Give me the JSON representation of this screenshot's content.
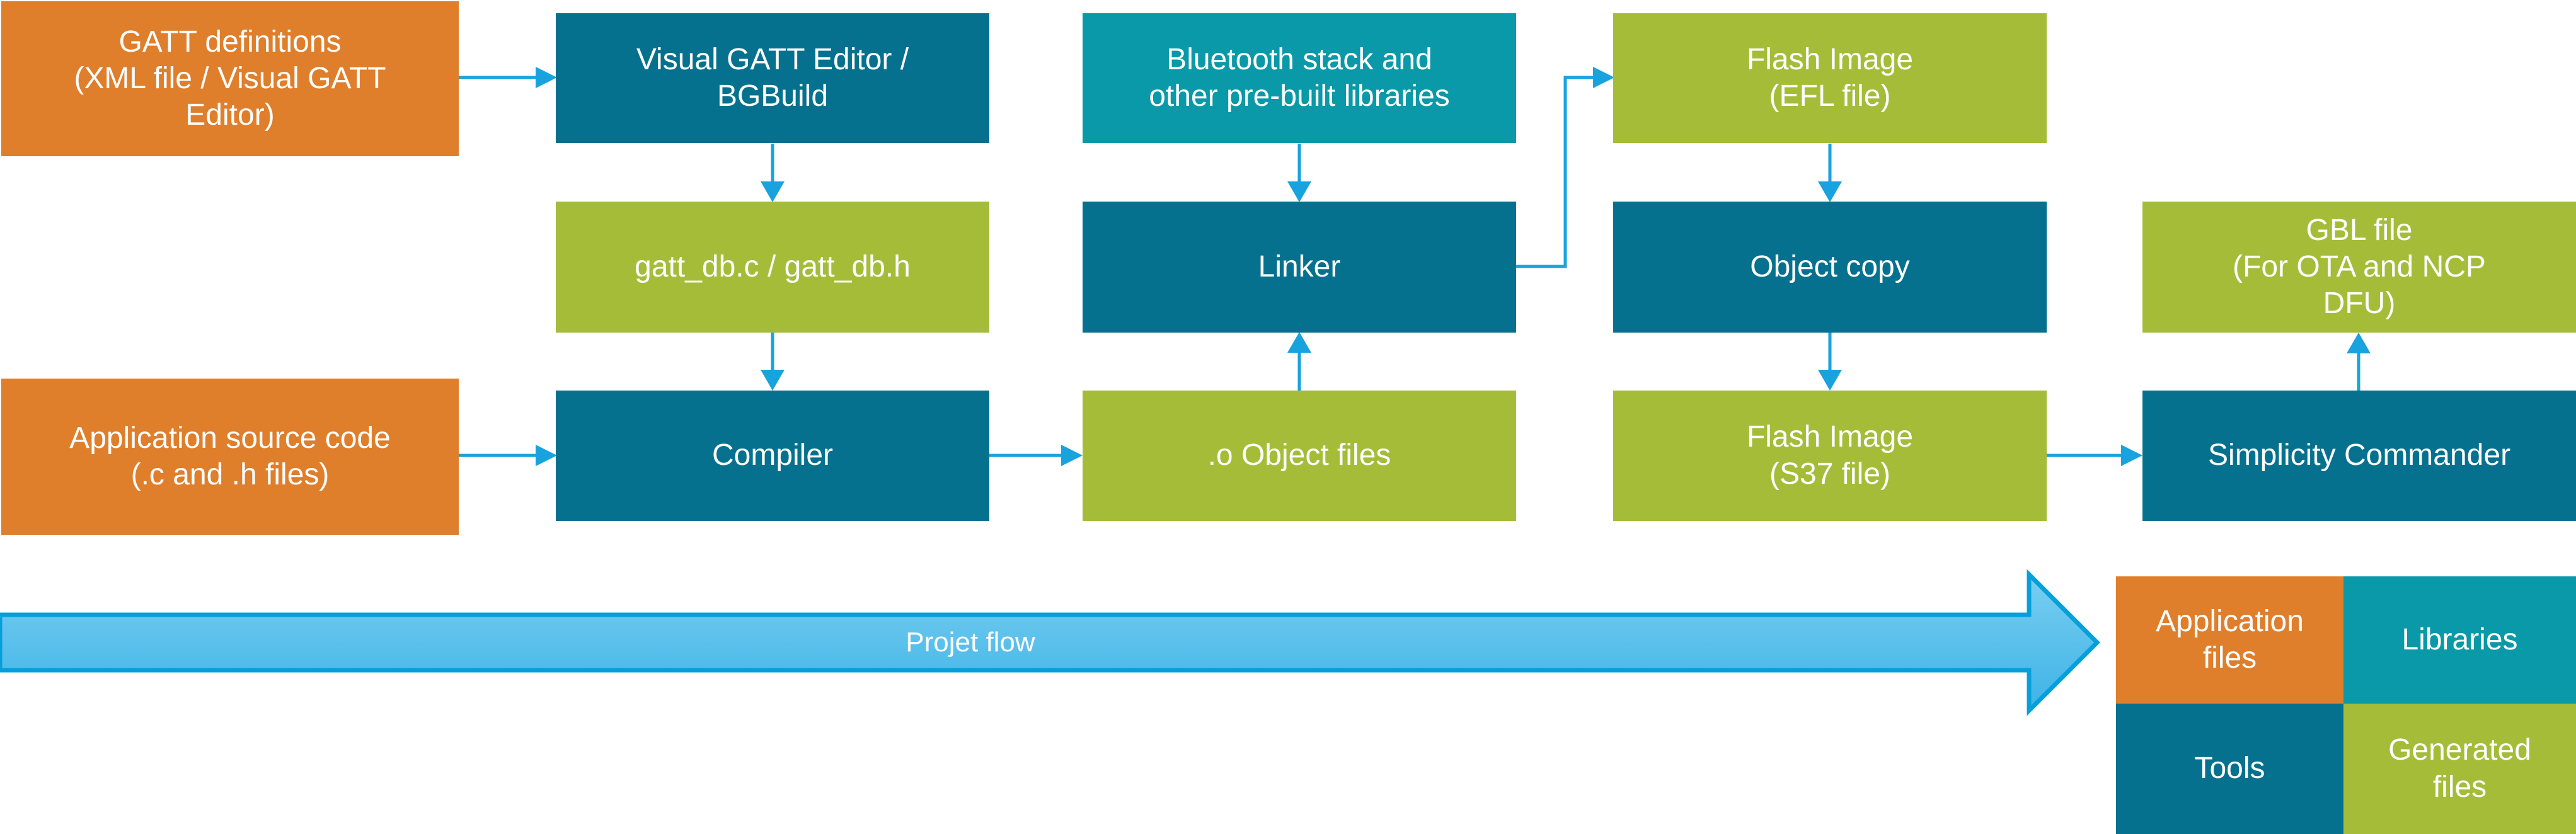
{
  "palette": {
    "orange": "#DF7E2B",
    "teal_dark": "#05718F",
    "teal_light": "#0999A8",
    "green": "#A5BC39",
    "connector": "#18A3DF",
    "flow_border": "#05A0DB",
    "flow_fill_top": "#79CEF0",
    "flow_fill_bottom": "#3DB3E7",
    "text": "#FFFFFF"
  },
  "boxes": {
    "gatt_definitions": {
      "label": "GATT definitions\n(XML file / Visual GATT\nEditor)",
      "category": "application-files"
    },
    "visual_gatt_editor": {
      "label": "Visual GATT Editor /\nBGBuild",
      "category": "tools"
    },
    "bluetooth_stack": {
      "label": "Bluetooth stack and\nother pre-built libraries",
      "category": "libraries"
    },
    "flash_image_efl": {
      "label": "Flash Image\n(EFL file)",
      "category": "generated-files"
    },
    "gatt_db": {
      "label": "gatt_db.c / gatt_db.h",
      "category": "generated-files"
    },
    "linker": {
      "label": "Linker",
      "category": "tools"
    },
    "object_copy": {
      "label": "Object copy",
      "category": "tools"
    },
    "gbl_file": {
      "label": "GBL file\n(For OTA and NCP\nDFU)",
      "category": "generated-files"
    },
    "app_source": {
      "label": "Application source code\n(.c and .h files)",
      "category": "application-files"
    },
    "compiler": {
      "label": "Compiler",
      "category": "tools"
    },
    "object_files": {
      "label": ".o Object files",
      "category": "generated-files"
    },
    "flash_image_s37": {
      "label": "Flash Image\n(S37 file)",
      "category": "generated-files"
    },
    "simplicity_commander": {
      "label": "Simplicity Commander",
      "category": "tools"
    }
  },
  "flow_arrow": {
    "label": "Projet flow"
  },
  "legend": {
    "application_files": {
      "label": "Application\nfiles"
    },
    "libraries": {
      "label": "Libraries"
    },
    "tools": {
      "label": "Tools"
    },
    "generated_files": {
      "label": "Generated\nfiles"
    }
  }
}
